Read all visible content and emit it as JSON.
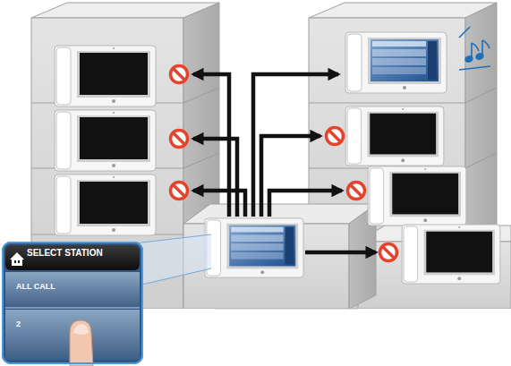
{
  "diagram": {
    "nodes": [
      {
        "text": [
          "SELECT STATION"
        ]
      },
      {
        "text": [
          "ALL CALL"
        ],
        "in": 0
      },
      {
        "text": [
          "2"
        ],
        "in": 0
      }
    ]
  }
}
